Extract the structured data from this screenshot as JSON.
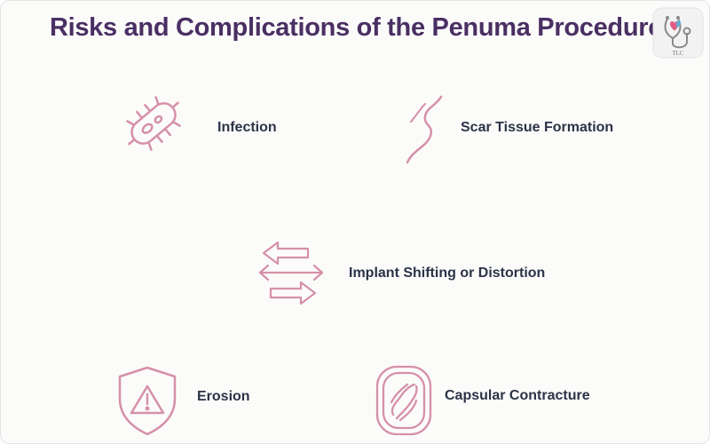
{
  "title": "Risks and Complications of the Penuma Procedure",
  "logo": {
    "text": "TLC"
  },
  "items": [
    {
      "label": "Infection",
      "icon": "bacteria-icon"
    },
    {
      "label": "Scar Tissue Formation",
      "icon": "scar-line-icon"
    },
    {
      "label": "Implant Shifting or Distortion",
      "icon": "arrows-shift-icon"
    },
    {
      "label": "Erosion",
      "icon": "warning-shield-icon"
    },
    {
      "label": "Capsular Contracture",
      "icon": "capsule-icon"
    }
  ],
  "colors": {
    "title": "#4a2f63",
    "icon_stroke": "#d591a7",
    "label": "#2c3346"
  }
}
